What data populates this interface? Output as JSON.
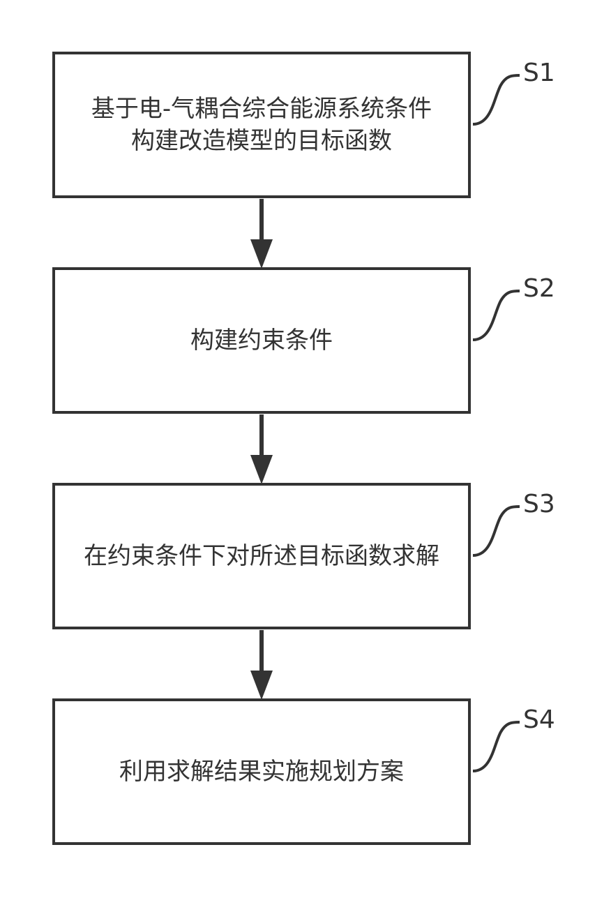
{
  "steps": [
    {
      "id": "S1",
      "text": "基于电-气耦合综合能源系统条件构建改造模型的目标函数"
    },
    {
      "id": "S2",
      "text": "构建约束条件"
    },
    {
      "id": "S3",
      "text": "在约束条件下对所述目标函数求解"
    },
    {
      "id": "S4",
      "text": "利用求解结果实施规划方案"
    }
  ],
  "colors": {
    "stroke": "#333333",
    "text": "#333333",
    "background": "#ffffff"
  }
}
